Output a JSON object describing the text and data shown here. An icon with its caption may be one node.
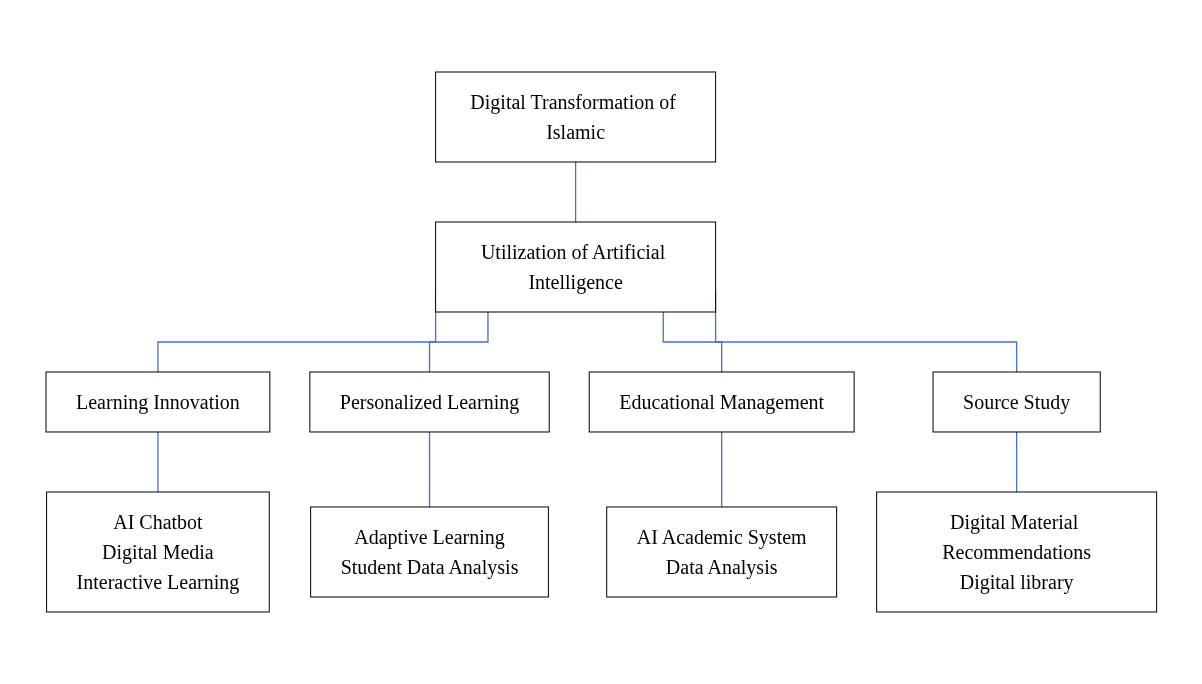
{
  "diagram": {
    "nodes": [
      {
        "text": [
          "Digital Transformation of Islamic"
        ]
      },
      {
        "text": [
          "Utilization of Artificial Intelligence"
        ]
      },
      {
        "text": [
          "Learning Innovation"
        ]
      },
      {
        "text": [
          "Personalized Learning"
        ]
      },
      {
        "text": [
          "Educational Management"
        ]
      },
      {
        "text": [
          "Source Study"
        ]
      },
      {
        "text": [
          "AI Chatbot",
          "Digital Media",
          "Interactive Learning"
        ]
      },
      {
        "text": [
          "Adaptive Learning",
          "Student Data Analysis"
        ]
      },
      {
        "text": [
          "AI Academic System",
          "Data Analysis"
        ]
      },
      {
        "text": [
          "Digital Material Recommendations",
          "Digital library"
        ]
      }
    ],
    "edges": [
      {
        "from": 0,
        "to": 1,
        "arrow": "none"
      },
      {
        "from": 1,
        "to": 2,
        "arrow": "none"
      },
      {
        "from": 1,
        "to": 3,
        "arrow": "none"
      },
      {
        "from": 1,
        "to": 4,
        "arrow": "none"
      },
      {
        "from": 1,
        "to": 5,
        "arrow": "none"
      },
      {
        "from": 2,
        "to": 6,
        "arrow": "none"
      },
      {
        "from": 3,
        "to": 7,
        "arrow": "none"
      },
      {
        "from": 4,
        "to": 8,
        "arrow": "none"
      },
      {
        "from": 5,
        "to": 9,
        "arrow": "none"
      }
    ]
  }
}
